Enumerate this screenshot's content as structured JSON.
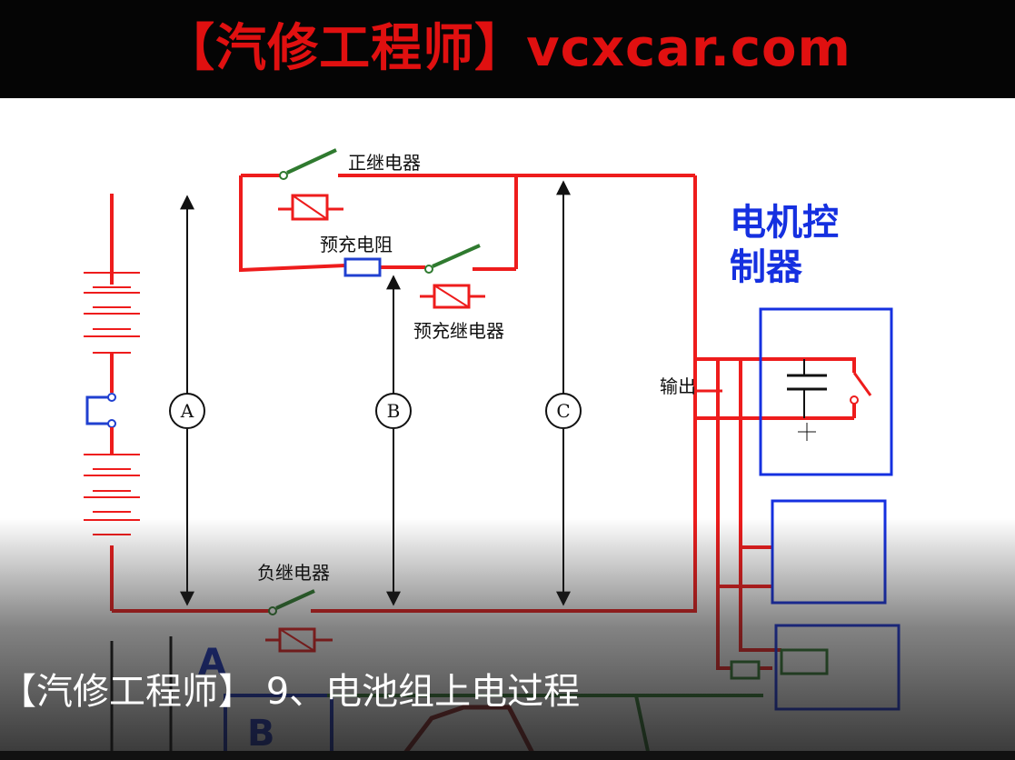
{
  "banner": {
    "text": "【汽修工程师】vcxcar.com",
    "color": "#e01010"
  },
  "labels": {
    "positive_relay": "正继电器",
    "precharge_resistor": "预充电阻",
    "precharge_relay": "预充继电器",
    "negative_relay": "负继电器",
    "output": "输出",
    "controller_line1": "电机控",
    "controller_line2": "制器",
    "meter_a": "A",
    "meter_b": "B",
    "meter_c": "C",
    "bottom_a": "A",
    "bottom_b": "B"
  },
  "caption": {
    "text": "【汽修工程师】 9、电池组上电过程"
  },
  "colors": {
    "wire": "#ee1c1c",
    "relay": "#2f7a2f",
    "resistor": "#2040d0",
    "controller": "#1530e0",
    "arrow": "#111111"
  }
}
